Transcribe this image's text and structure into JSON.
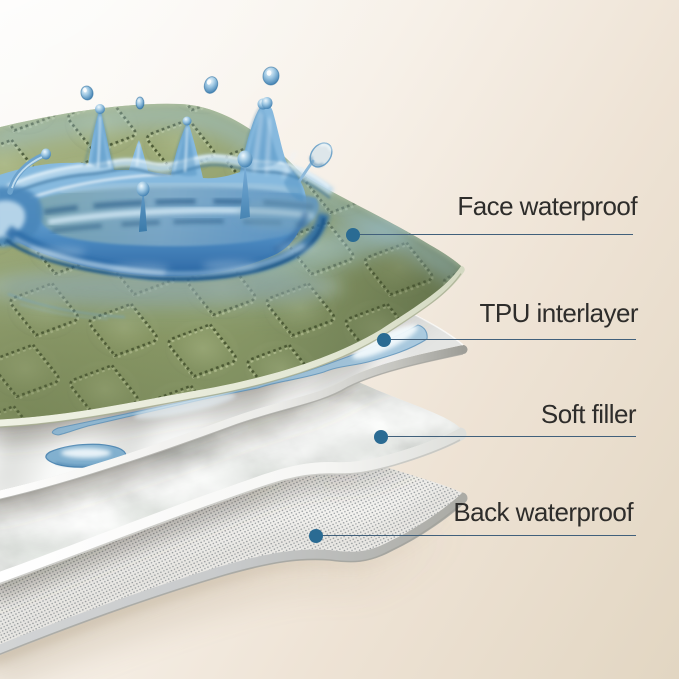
{
  "alt": "Exploded diagram of a four-layer waterproof quilted fabric with a blue water splash on top",
  "callouts": [
    {
      "label": "Face waterproof"
    },
    {
      "label": "TPU interlayer"
    },
    {
      "label": "Soft filler"
    },
    {
      "label": "Back waterproof"
    }
  ],
  "colors": {
    "dot": "#2a6b93",
    "line": "#41607b",
    "text": "#2e2d2b",
    "fabric_green": "#8a996e",
    "water_blue": "#5b9cd0",
    "background_light": "#fbfaf6",
    "background_dark": "#e9d9be"
  }
}
